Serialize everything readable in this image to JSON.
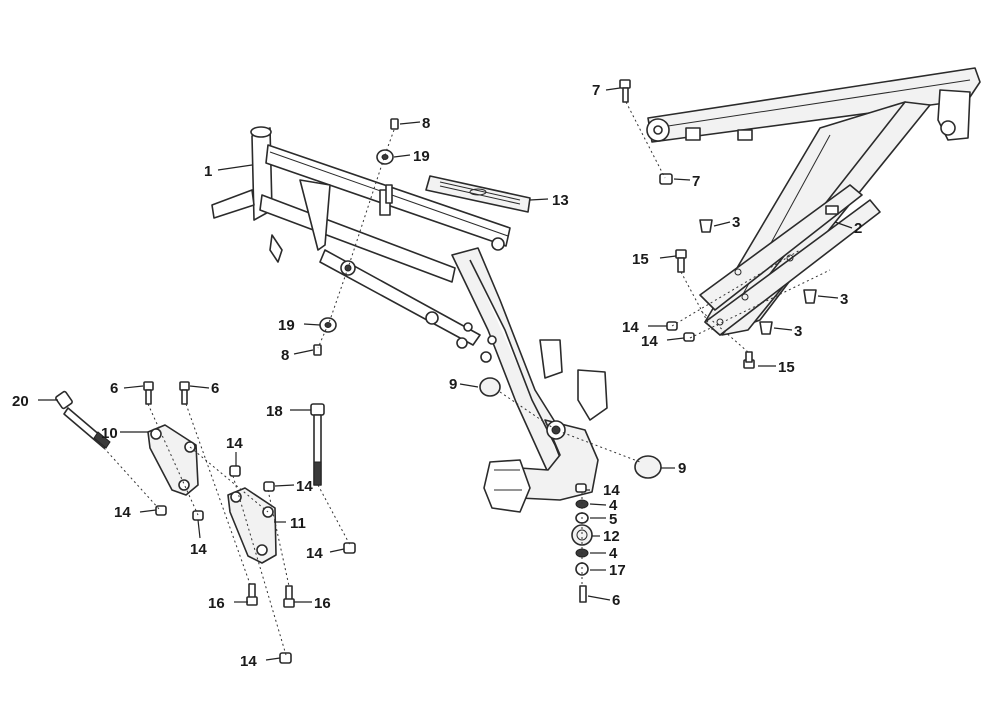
{
  "callouts": [
    {
      "id": "c1",
      "label": "1"
    },
    {
      "id": "c2",
      "label": "2"
    },
    {
      "id": "c3a",
      "label": "3"
    },
    {
      "id": "c3b",
      "label": "3"
    },
    {
      "id": "c3c",
      "label": "3"
    },
    {
      "id": "c4a",
      "label": "4"
    },
    {
      "id": "c4b",
      "label": "4"
    },
    {
      "id": "c5",
      "label": "5"
    },
    {
      "id": "c6a",
      "label": "6"
    },
    {
      "id": "c6b",
      "label": "6"
    },
    {
      "id": "c6c",
      "label": "6"
    },
    {
      "id": "c7a",
      "label": "7"
    },
    {
      "id": "c7b",
      "label": "7"
    },
    {
      "id": "c8a",
      "label": "8"
    },
    {
      "id": "c8b",
      "label": "8"
    },
    {
      "id": "c9a",
      "label": "9"
    },
    {
      "id": "c9b",
      "label": "9"
    },
    {
      "id": "c10",
      "label": "10"
    },
    {
      "id": "c11",
      "label": "11"
    },
    {
      "id": "c12",
      "label": "12"
    },
    {
      "id": "c13",
      "label": "13"
    },
    {
      "id": "c14a",
      "label": "14"
    },
    {
      "id": "c14b",
      "label": "14"
    },
    {
      "id": "c14c",
      "label": "14"
    },
    {
      "id": "c14d",
      "label": "14"
    },
    {
      "id": "c14e",
      "label": "14"
    },
    {
      "id": "c14f",
      "label": "14"
    },
    {
      "id": "c14g",
      "label": "14"
    },
    {
      "id": "c14h",
      "label": "14"
    },
    {
      "id": "c14i",
      "label": "14"
    },
    {
      "id": "c15a",
      "label": "15"
    },
    {
      "id": "c15b",
      "label": "15"
    },
    {
      "id": "c16a",
      "label": "16"
    },
    {
      "id": "c16b",
      "label": "16"
    },
    {
      "id": "c17",
      "label": "17"
    },
    {
      "id": "c18",
      "label": "18"
    },
    {
      "id": "c19a",
      "label": "19"
    },
    {
      "id": "c19b",
      "label": "19"
    },
    {
      "id": "c20",
      "label": "20"
    }
  ]
}
